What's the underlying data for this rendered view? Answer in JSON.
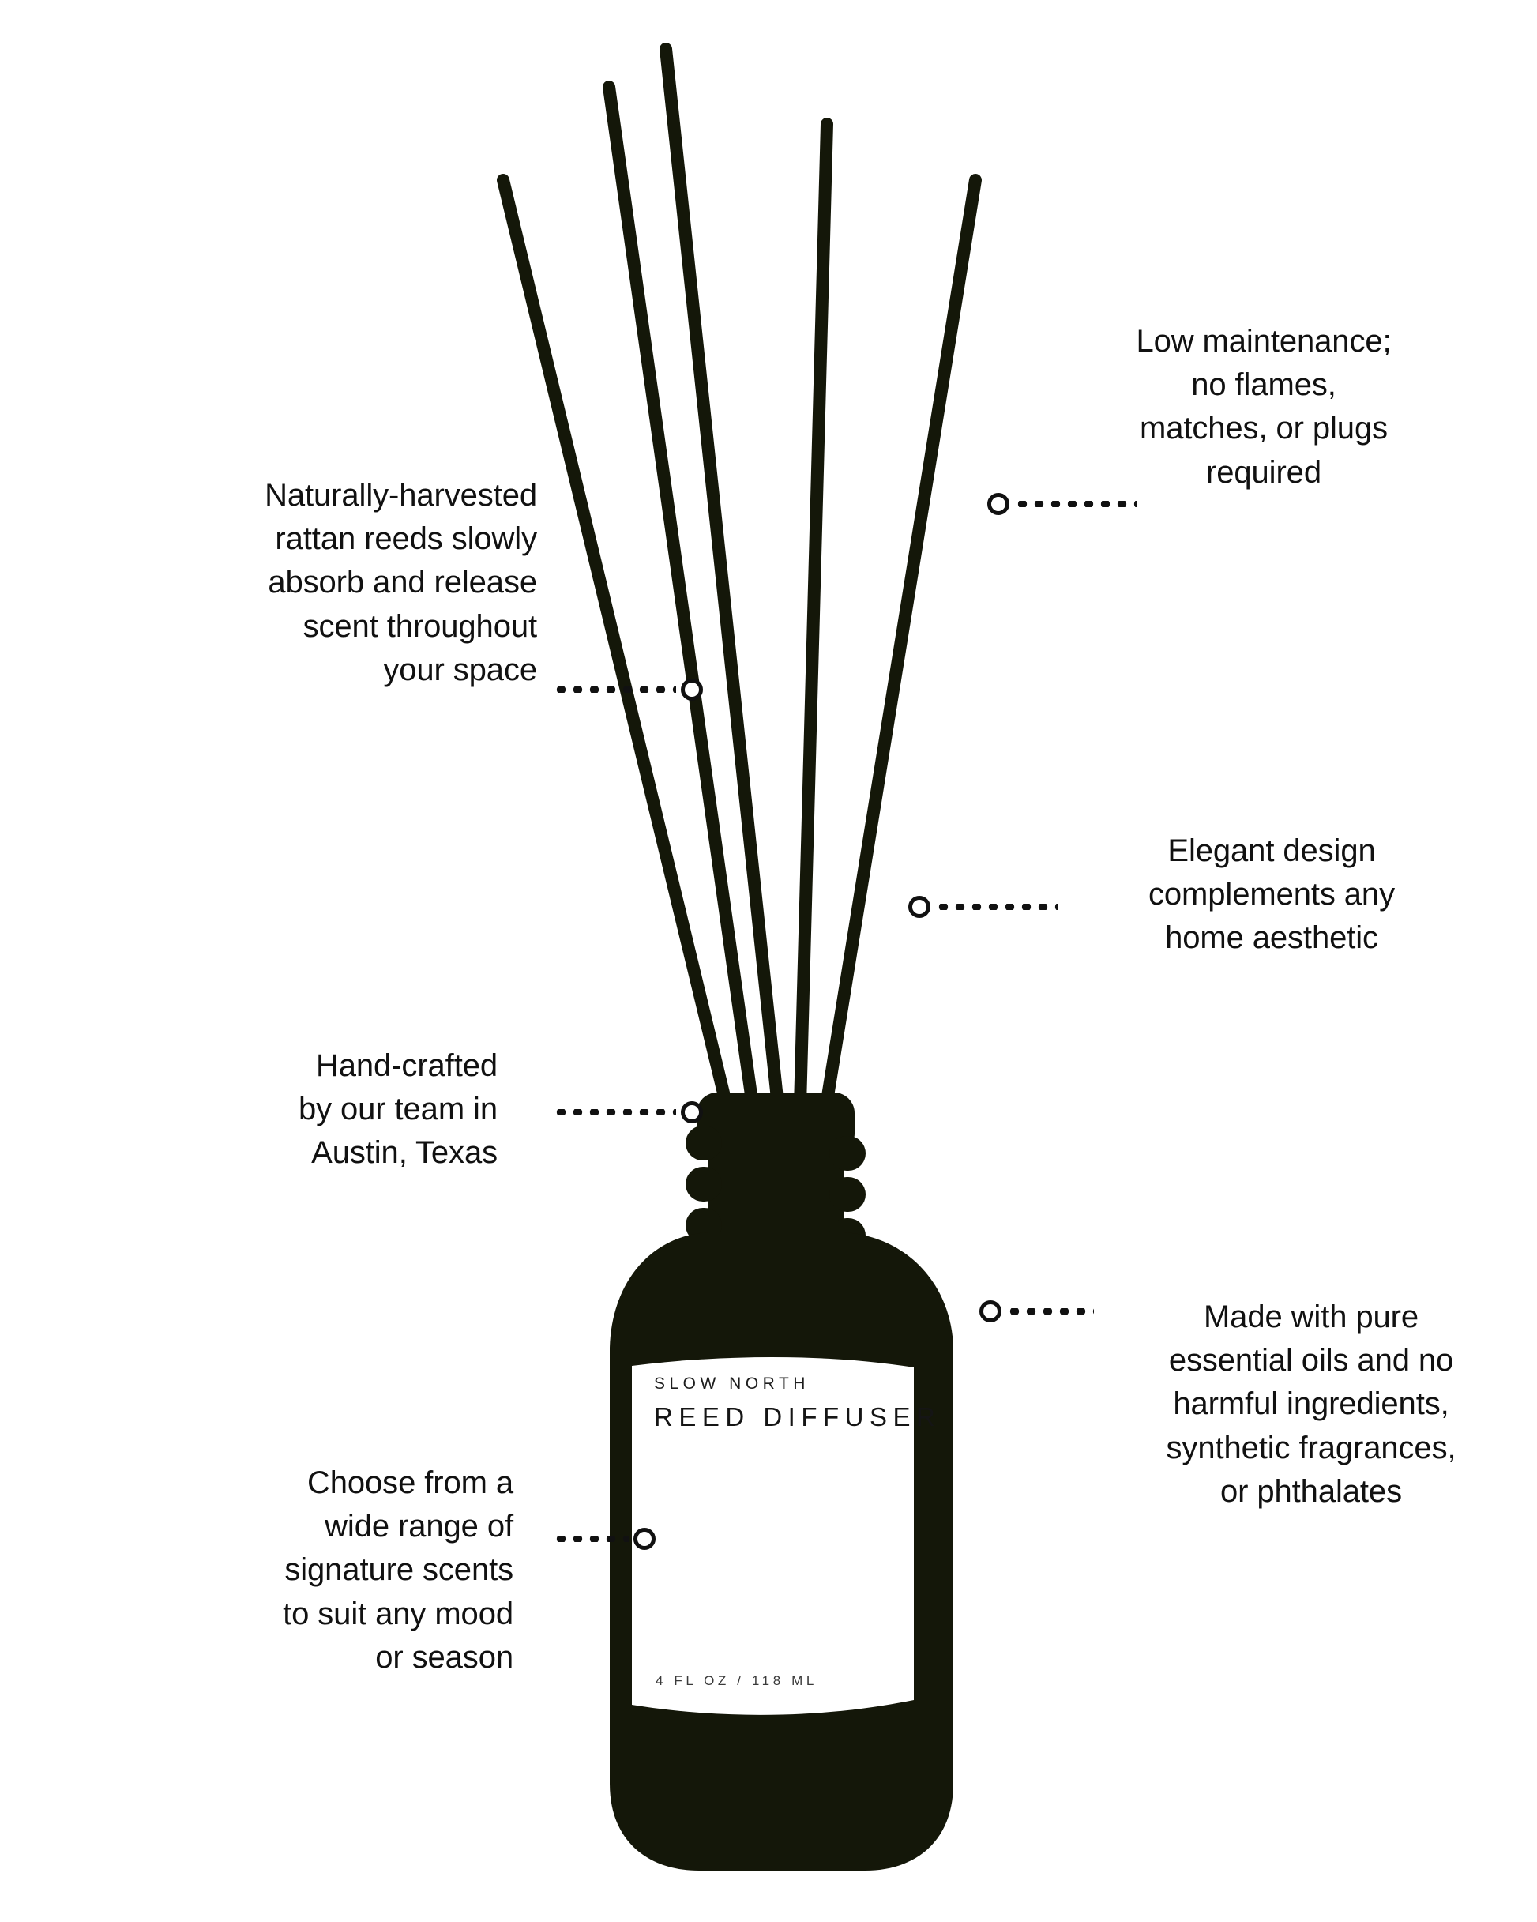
{
  "page": {
    "background_color": "#ffffff",
    "text_color": "#111111",
    "product_color": "#141709"
  },
  "product": {
    "name": "reed-diffuser-bottle",
    "reed_count": 5,
    "label": {
      "brand": "SLOW NORTH",
      "product_name": "REED DIFFUSER",
      "volume": "4 FL OZ / 118 ML",
      "background_color": "#ffffff",
      "text_color": "#1a1a1a"
    }
  },
  "annotations": {
    "reeds": {
      "text": "Naturally-harvested\nrattan reeds slowly\nabsorb and release\nscent throughout\nyour space",
      "side": "left"
    },
    "handcrafted": {
      "text": "Hand-crafted\nby our team in\nAustin, Texas",
      "side": "left"
    },
    "scents": {
      "text": "Choose from a\nwide range of\nsignature scents\nto suit any mood\nor season",
      "side": "left"
    },
    "low_maintenance": {
      "text": "Low maintenance;\nno flames,\nmatches, or plugs\nrequired",
      "side": "right"
    },
    "elegant_design": {
      "text": "Elegant design\ncomplements any\nhome aesthetic",
      "side": "right"
    },
    "pure_ingredients": {
      "text": "Made with pure\nessential oils and no\nharmful ingredients,\nsynthetic fragrances,\nor phthalates",
      "side": "right"
    }
  }
}
